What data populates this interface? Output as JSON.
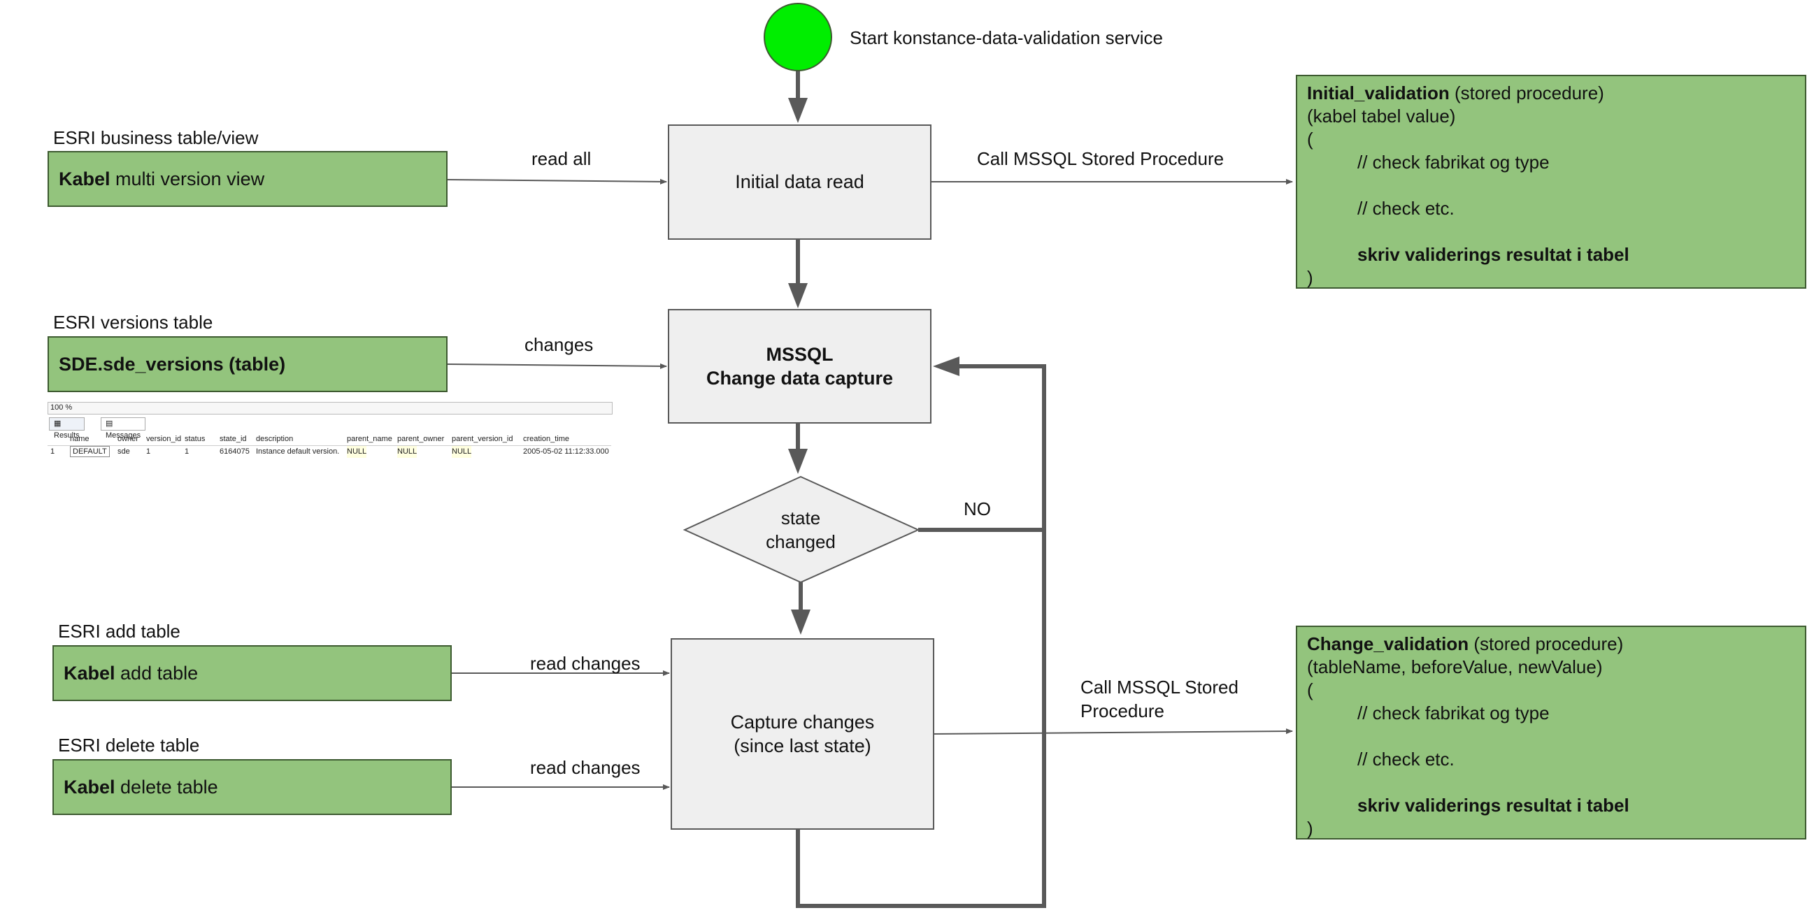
{
  "start_label": "Start konstance-data-validation service",
  "sources": {
    "kabel_view": {
      "caption": "ESRI business table/view",
      "bold": "Kabel",
      "rest": " multi version view",
      "edge": "read all"
    },
    "versions": {
      "caption": "ESRI versions table",
      "bold": "SDE.sde_versions (table)",
      "edge": "changes"
    },
    "add": {
      "caption": "ESRI add table",
      "bold": "Kabel",
      "rest": " add table",
      "edge": "read changes"
    },
    "delete": {
      "caption": "ESRI delete table",
      "bold": "Kabel",
      "rest": " delete table",
      "edge": "read changes"
    }
  },
  "process": {
    "initial": "Initial data read",
    "cdc_line1": "MSSQL",
    "cdc_line2": "Change data capture",
    "decision_line1": "state",
    "decision_line2": "changed",
    "decision_no": "NO",
    "capture_line1": "Capture changes",
    "capture_line2": "(since last state)"
  },
  "edges": {
    "call_initial": "Call MSSQL Stored Procedure",
    "call_change_line1": "Call MSSQL Stored",
    "call_change_line2": "Procedure"
  },
  "initial_validation": {
    "name": "Initial_validation",
    "suffix": " (stored procedure)",
    "params": "(kabel tabel value)",
    "open": "(",
    "check1": "// check fabrikat og type",
    "check2": "// check etc.",
    "write": "skriv validerings resultat i tabel",
    "close": ")"
  },
  "change_validation": {
    "name": "Change_validation",
    "suffix": " (stored procedure)",
    "params": "(tableName, beforeValue, newValue)",
    "open": "(",
    "check1": "// check fabrikat og type",
    "check2": "// check etc.",
    "write": "skriv validerings resultat i tabel",
    "close": ")"
  },
  "sql_grid": {
    "zoom": "100 %",
    "tab_results": "Results",
    "tab_messages": "Messages",
    "headers": [
      "name",
      "owner",
      "version_id",
      "status",
      "state_id",
      "description",
      "parent_name",
      "parent_owner",
      "parent_version_id",
      "creation_time"
    ],
    "row_number": "1",
    "row": [
      "DEFAULT",
      "sde",
      "1",
      "1",
      "6164075",
      "Instance default version.",
      "NULL",
      "NULL",
      "NULL",
      "2005-05-02 11:12:33.000"
    ]
  },
  "colors": {
    "start": "#00ee00",
    "box_fill": "#efefef",
    "green_fill": "#93c47d",
    "line": "#595959"
  }
}
